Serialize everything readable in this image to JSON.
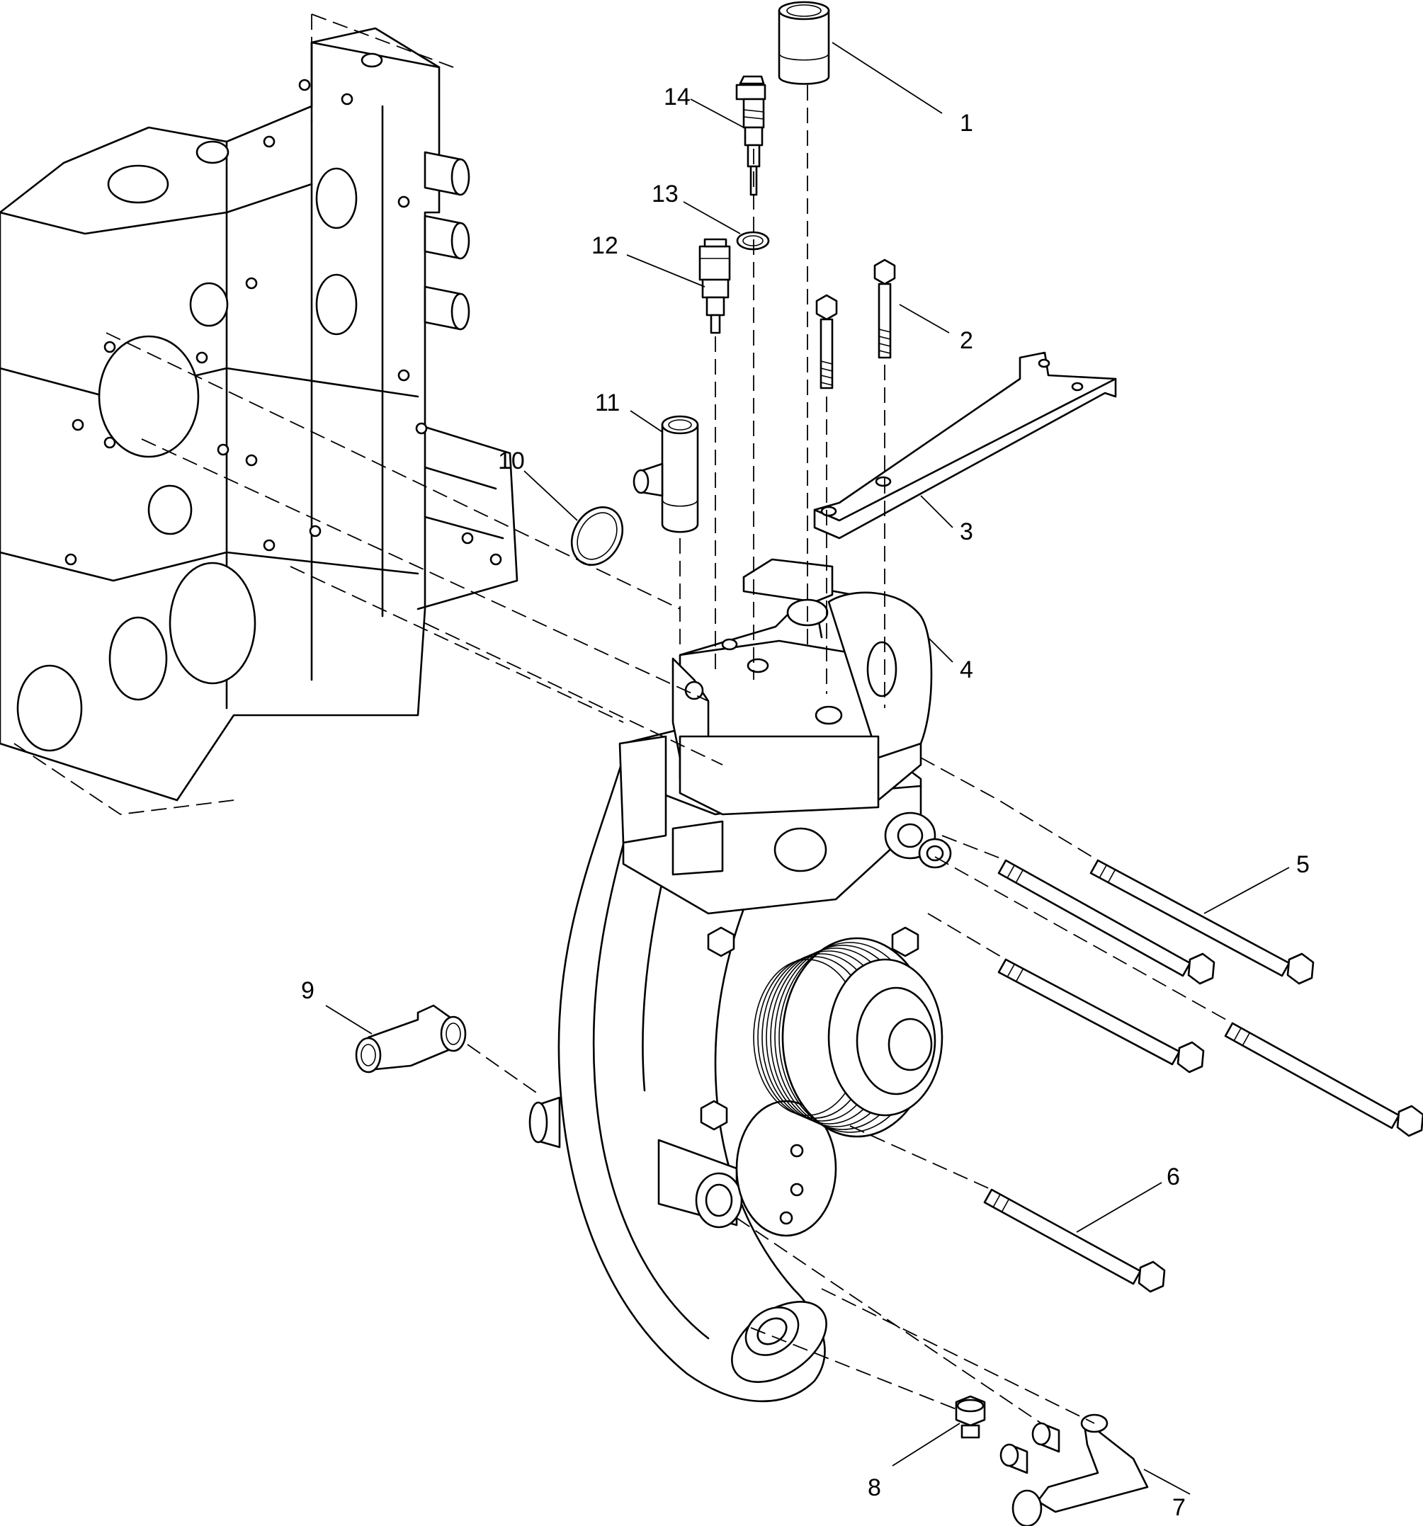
{
  "figure": {
    "type": "exploded-parts-diagram",
    "callouts": [
      "1",
      "2",
      "3",
      "4",
      "5",
      "6",
      "7",
      "8",
      "9",
      "10",
      "11",
      "12",
      "13",
      "14"
    ]
  }
}
